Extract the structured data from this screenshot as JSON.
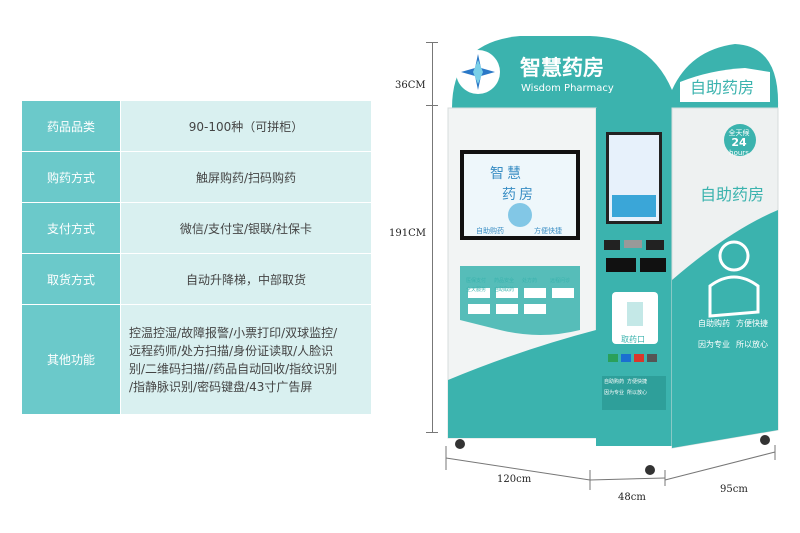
{
  "specs": [
    {
      "label": "药品品类",
      "value": "90-100种（可拼柜）"
    },
    {
      "label": "购药方式",
      "value": "触屏购药/扫码购药"
    },
    {
      "label": "支付方式",
      "value": "微信/支付宝/银联/社保卡"
    },
    {
      "label": "取货方式",
      "value": "自动升降梯，中部取货"
    },
    {
      "label": "其他功能",
      "value": "控温控湿/故障报警/小票打印/双球监控/\n远程药师/处方扫描/身份证读取/人脸识\n别/二维码扫描//药品自动回收/指纹识别\n/指静脉识别/密码键盘/43寸广告屏"
    }
  ],
  "dimensions": {
    "top_height": "36CM",
    "body_height": "191CM",
    "width": "120cm",
    "side_depth": "48cm",
    "total_depth": "95cm"
  },
  "machine": {
    "brand_cn": "智慧药房",
    "brand_en": "Wisdom Pharmacy",
    "side_title": "自助药房",
    "side_title_2": "自助药房",
    "badge_top": "全天候",
    "badge_num": "24",
    "badge_unit": "hours",
    "screen_title_1": "智慧",
    "screen_title_2": "药房",
    "screen_sub_1": "自助购药",
    "screen_sub_2": "方便快捷",
    "pickup_label": "取药口",
    "side_tags": [
      "自助购药",
      "方便快捷",
      "因为专业",
      "所以放心"
    ],
    "front_tags": [
      "自助购药",
      "方便快捷",
      "因为专业",
      "所以放心"
    ],
    "panel_icons": [
      "医保支付",
      "药品安全",
      "处方药",
      "远程问诊",
      "全天服务",
      "自助取药"
    ]
  },
  "colors": {
    "teal": "#3bb3ae",
    "teal_light": "#6bc9ca",
    "cell_bg": "#d9f0f0"
  }
}
